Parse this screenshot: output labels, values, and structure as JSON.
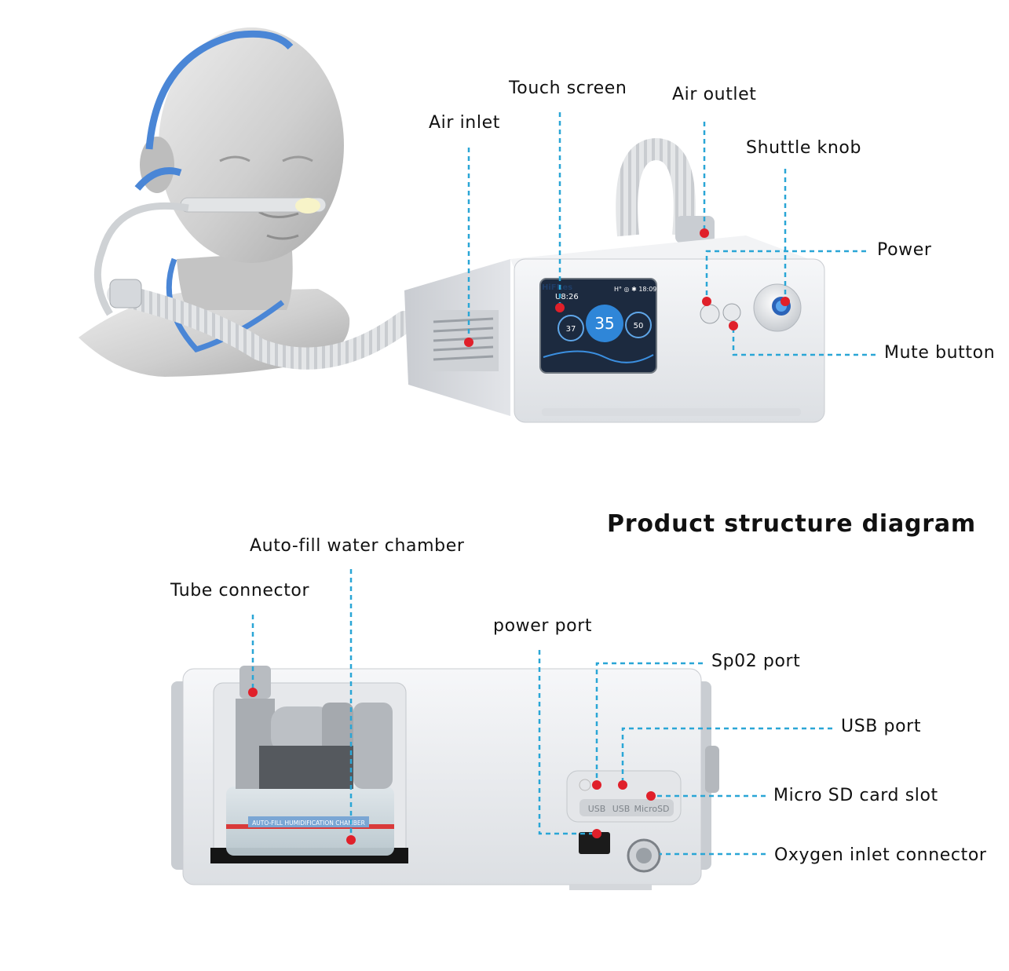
{
  "diagram": {
    "title": "Product structure diagram",
    "top_callouts": {
      "touch_screen": "Touch screen",
      "air_outlet": "Air outlet",
      "air_inlet": "Air inlet",
      "shuttle_knob": "Shuttle knob",
      "power": "Power",
      "mute_button": "Mute button"
    },
    "bottom_callouts": {
      "auto_fill_water_chamber": "Auto-fill water chamber",
      "tube_connector": "Tube connector",
      "power_port": "power port",
      "spo2_port": "Sp02 port",
      "usb_port": "USB port",
      "micro_sd_card_slot": "Micro SD card slot",
      "oxygen_inlet_connector": "Oxygen inlet connector"
    }
  },
  "device_screen": {
    "brand": "HiFRes",
    "time_left": "U8:26",
    "status_right": "H° ◎ ✱ 18:09",
    "gauge_left_value": "37",
    "gauge_center_value": "35",
    "gauge_right_value": "50"
  },
  "port_labels": {
    "usb_1": "USB",
    "usb_2": "USB",
    "micro_sd": "MicroSD"
  },
  "chamber_label": "AUTO-FILL HUMIDIFICATION CHAMBER",
  "colors": {
    "leader_line": "#2aa6d6",
    "marker": "#e0202a",
    "device_body": "#eceef1",
    "screen_bg": "#1c2a3f",
    "accent_blue": "#2f86d8"
  }
}
